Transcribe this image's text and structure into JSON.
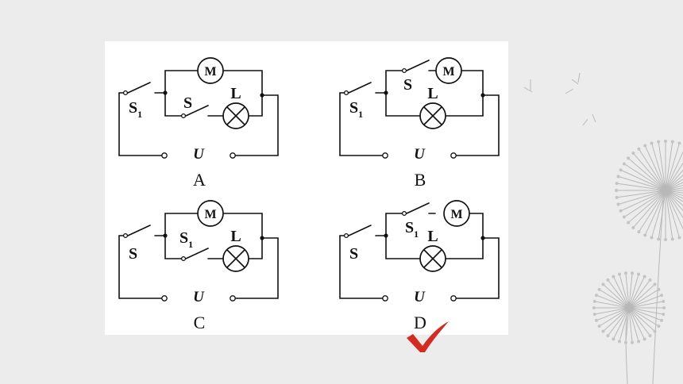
{
  "diagrams": [
    {
      "caption": "A",
      "voltage": "U",
      "motor_label": "M",
      "lamp_label": "L",
      "main_switch": {
        "base": "S",
        "sub": "1"
      },
      "branch_switch": {
        "base": "S",
        "sub": ""
      }
    },
    {
      "caption": "B",
      "voltage": "U",
      "motor_label": "M",
      "lamp_label": "L",
      "main_switch": {
        "base": "S",
        "sub": "1"
      },
      "branch_switch": {
        "base": "S",
        "sub": ""
      }
    },
    {
      "caption": "C",
      "voltage": "U",
      "motor_label": "M",
      "lamp_label": "L",
      "main_switch": {
        "base": "S",
        "sub": ""
      },
      "branch_switch": {
        "base": "S",
        "sub": "1"
      }
    },
    {
      "caption": "D",
      "voltage": "U",
      "motor_label": "M",
      "lamp_label": "L",
      "main_switch": {
        "base": "S",
        "sub": ""
      },
      "branch_switch": {
        "base": "S",
        "sub": "1"
      }
    }
  ],
  "answer": {
    "marked_option": "D",
    "mark_icon": "check-mark-icon",
    "color": "#d42a1f"
  }
}
